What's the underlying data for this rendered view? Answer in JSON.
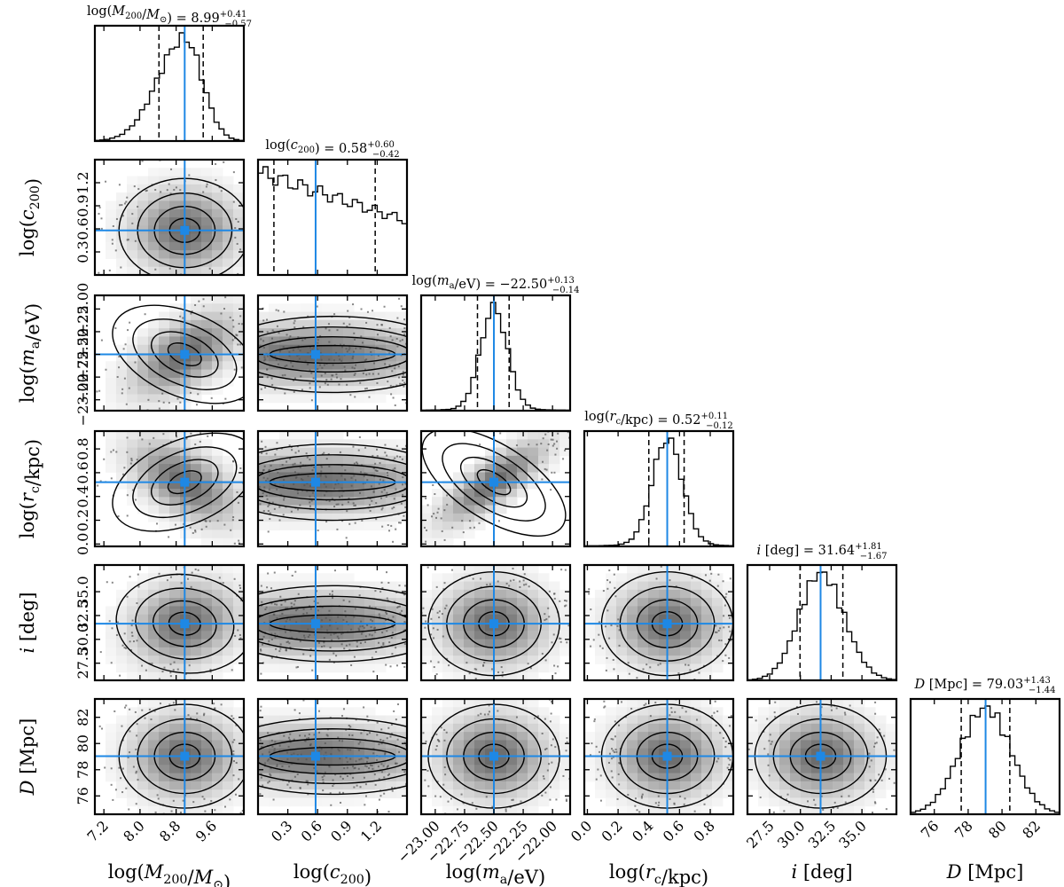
{
  "chart_data": {
    "type": "corner",
    "marker_color": "#1E88E5",
    "contour_color": "#000000",
    "parameters": [
      {
        "key": "logM200",
        "axis_label": [
          "log(",
          {
            "t": "M",
            "sub": "200"
          },
          "/",
          {
            "t": "M",
            "sub": "⊙"
          },
          ")"
        ],
        "title_prefix": [
          "log(",
          {
            "t": "M",
            "sub": "200"
          },
          "/",
          {
            "t": "M",
            "sub": "⊙"
          },
          ")"
        ],
        "median": 8.99,
        "err_plus": 0.41,
        "err_minus": 0.57,
        "title_value": "8.99",
        "title_plus": "+0.41",
        "title_minus": "−0.57",
        "range": [
          7.0,
          10.3
        ],
        "ticks": [
          "7.2",
          "8.0",
          "8.8",
          "9.6"
        ],
        "tick_values": [
          7.2,
          8.0,
          8.8,
          9.6
        ],
        "hist_shape": "skew_left"
      },
      {
        "key": "logc200",
        "axis_label": [
          "log(",
          {
            "t": "c",
            "sub": "200"
          },
          ")"
        ],
        "title_prefix": [
          "log(",
          {
            "t": "c",
            "sub": "200"
          },
          ")"
        ],
        "median": 0.58,
        "err_plus": 0.6,
        "err_minus": 0.42,
        "title_value": "0.58",
        "title_plus": "+0.60",
        "title_minus": "−0.42",
        "range": [
          0.0,
          1.5
        ],
        "ticks": [
          "0.3",
          "0.6",
          "0.9",
          "1.2"
        ],
        "tick_values": [
          0.3,
          0.6,
          0.9,
          1.2
        ],
        "hist_shape": "declining"
      },
      {
        "key": "logma",
        "axis_label": [
          "log(",
          {
            "t": "m",
            "sub": "a"
          },
          "/eV)"
        ],
        "title_prefix": [
          "log(",
          {
            "t": "m",
            "sub": "a"
          },
          "/eV)"
        ],
        "median": -22.5,
        "err_plus": 0.13,
        "err_minus": 0.14,
        "title_value": "−22.50",
        "title_plus": "+0.13",
        "title_minus": "−0.14",
        "range": [
          -23.12,
          -21.85
        ],
        "ticks": [
          "−23.00",
          "−22.75",
          "−22.50",
          "−22.25",
          "−22.00"
        ],
        "tick_values": [
          -23.0,
          -22.75,
          -22.5,
          -22.25,
          -22.0
        ],
        "hist_shape": "peaked"
      },
      {
        "key": "logrc",
        "axis_label": [
          "log(",
          {
            "t": "r",
            "sub": "c"
          },
          "/kpc)"
        ],
        "title_prefix": [
          "log(",
          {
            "t": "r",
            "sub": "c"
          },
          "/kpc)"
        ],
        "median": 0.52,
        "err_plus": 0.11,
        "err_minus": 0.12,
        "title_value": "0.52",
        "title_plus": "+0.11",
        "title_minus": "−0.12",
        "range": [
          -0.02,
          0.95
        ],
        "ticks": [
          "0.0",
          "0.2",
          "0.4",
          "0.6",
          "0.8"
        ],
        "tick_values": [
          0.0,
          0.2,
          0.4,
          0.6,
          0.8
        ],
        "hist_shape": "peaked"
      },
      {
        "key": "i",
        "axis_label": [
          {
            "t": "i"
          },
          " [deg]"
        ],
        "title_prefix": [
          {
            "t": "i"
          },
          " [deg]"
        ],
        "median": 31.64,
        "err_plus": 1.81,
        "err_minus": 1.67,
        "title_value": "31.64",
        "title_plus": "+1.81",
        "title_minus": "−1.67",
        "range": [
          25.7,
          37.8
        ],
        "ticks": [
          "27.5",
          "30.0",
          "32.5",
          "35.0"
        ],
        "tick_values": [
          27.5,
          30.0,
          32.5,
          35.0
        ],
        "hist_shape": "gaussian"
      },
      {
        "key": "D",
        "axis_label": [
          {
            "t": "D"
          },
          " [Mpc]"
        ],
        "title_prefix": [
          {
            "t": "D"
          },
          " [Mpc]"
        ],
        "median": 79.03,
        "err_plus": 1.43,
        "err_minus": 1.44,
        "title_value": "79.03",
        "title_plus": "+1.43",
        "title_minus": "−1.44",
        "range": [
          74.6,
          83.4
        ],
        "ticks": [
          "76",
          "78",
          "80",
          "82"
        ],
        "tick_values": [
          76,
          78,
          80,
          82
        ],
        "hist_shape": "gaussian"
      }
    ]
  }
}
